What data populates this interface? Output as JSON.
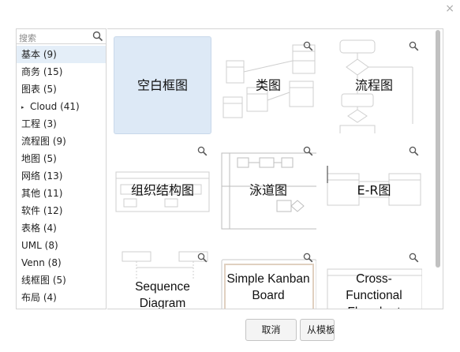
{
  "dialog": {
    "close_glyph": "×"
  },
  "search": {
    "placeholder": "搜索",
    "icon": "search-icon"
  },
  "categories": [
    {
      "label": "基本 (9)",
      "selected": true
    },
    {
      "label": "商务 (15)"
    },
    {
      "label": "图表 (5)"
    },
    {
      "label": "Cloud (41)",
      "expandable": true,
      "arrow": "▸"
    },
    {
      "label": "工程 (3)"
    },
    {
      "label": "流程图 (9)"
    },
    {
      "label": "地图 (5)"
    },
    {
      "label": "网络 (13)"
    },
    {
      "label": "其他 (11)"
    },
    {
      "label": "软件 (12)"
    },
    {
      "label": "表格 (4)"
    },
    {
      "label": "UML (8)"
    },
    {
      "label": "Venn (8)"
    },
    {
      "label": "线框图 (5)"
    },
    {
      "label": "布局 (4)"
    }
  ],
  "templates": [
    {
      "label": "空白框图",
      "selected": true
    },
    {
      "label": "类图"
    },
    {
      "label": "流程图"
    },
    {
      "label": "组织结构图"
    },
    {
      "label": "泳道图"
    },
    {
      "label": "E-R图"
    },
    {
      "label": "Sequence Diagram"
    },
    {
      "label": "Simple Kanban Board"
    },
    {
      "label": "Cross-Functional Flowchart"
    }
  ],
  "buttons": {
    "cancel": "取消",
    "from_template": "从模板"
  },
  "colors": {
    "selected_tile": "#dde9f6",
    "selected_category": "#e4eef8",
    "thumb_stroke": "#c9c9c9"
  }
}
